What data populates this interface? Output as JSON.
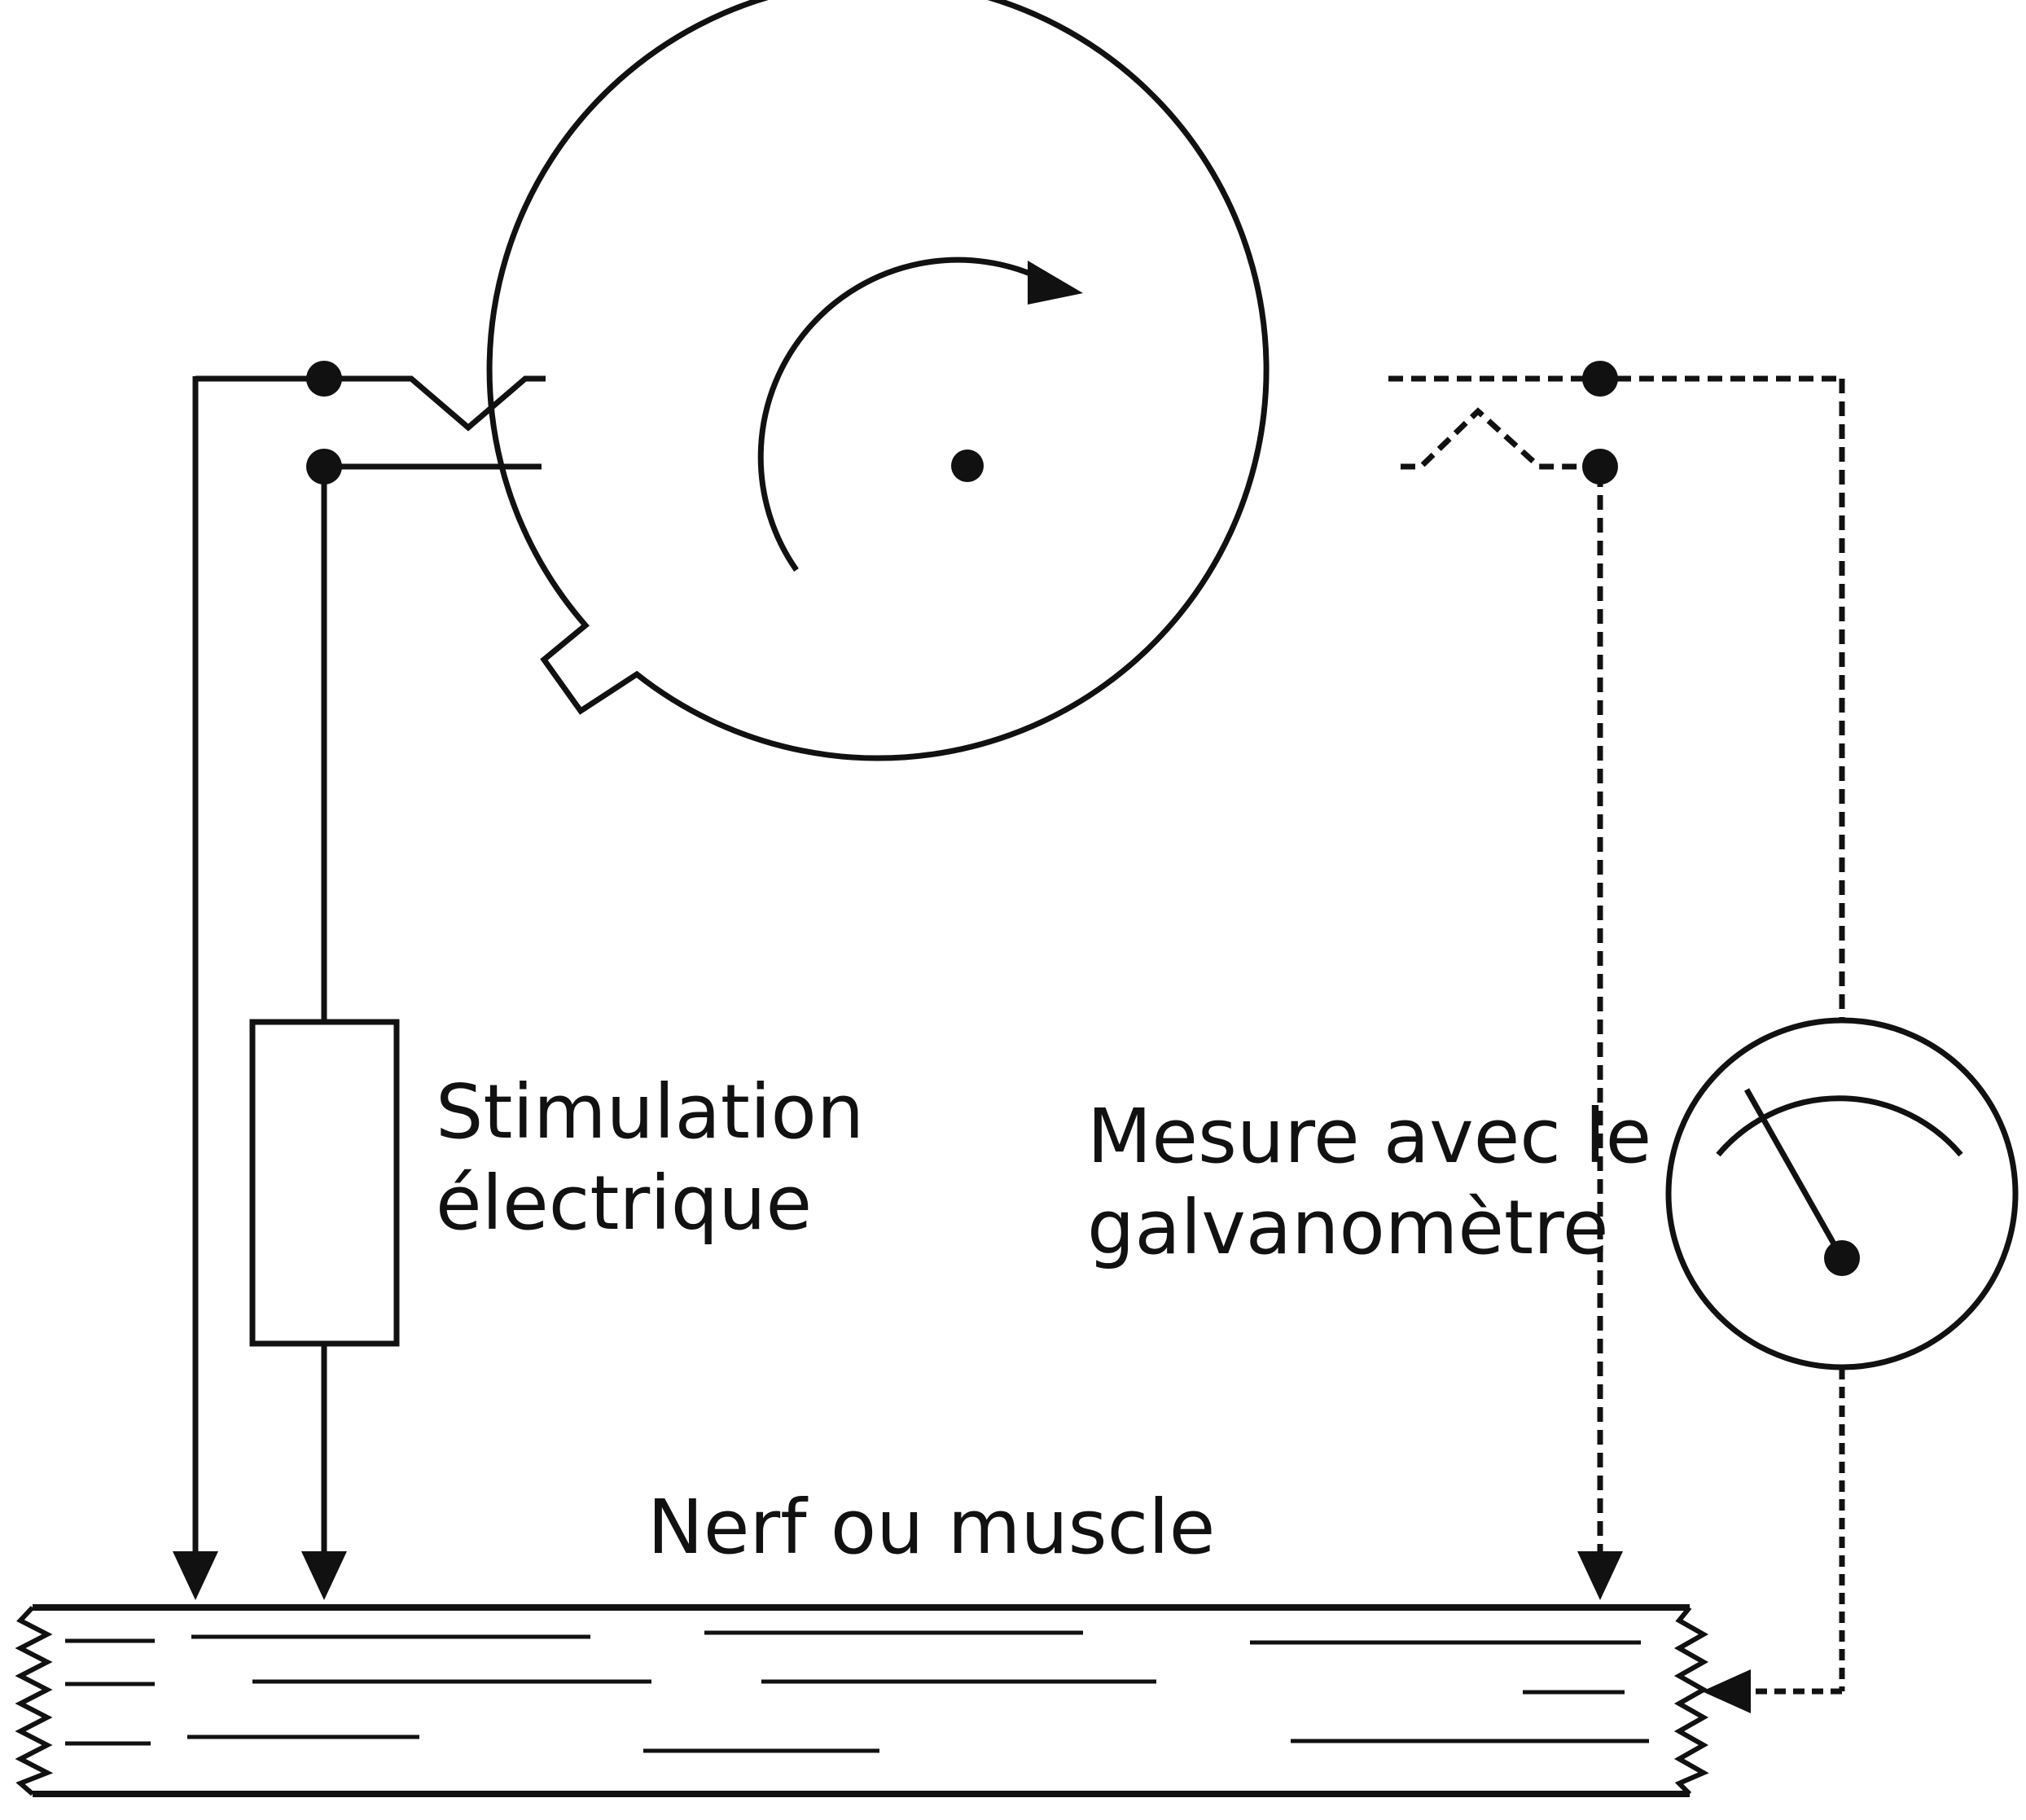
{
  "diagram": {
    "title": "Stimulation électrique et mesure au galvanomètre sur un nerf ou un muscle",
    "labels": {
      "stimulation_line1": "Stimulation",
      "stimulation_line2": "électrique",
      "measure_line1": "Mesure avec le",
      "measure_line2": "galvanomètre",
      "tissue": "Nerf ou muscle"
    },
    "colors": {
      "stroke": "#111111",
      "background": "#ffffff"
    },
    "icons": {
      "rotor": "rotating-disc-icon",
      "rotation": "clockwise-arrow-icon",
      "meter": "galvanometer-icon",
      "stimulator": "resistor-icon"
    }
  }
}
